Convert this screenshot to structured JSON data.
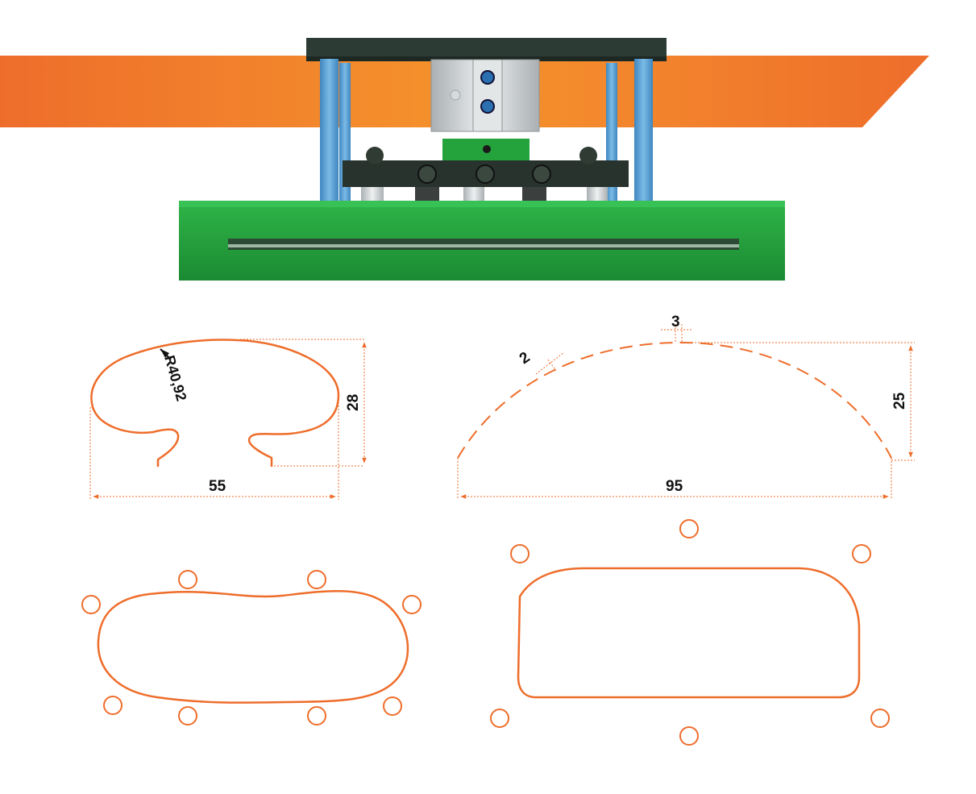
{
  "colors": {
    "accent_orange": "#ee6d2b",
    "banner_light": "#f5932c",
    "machine_green": "#24a23c",
    "machine_green_dark": "#1b7f2e",
    "column_blue": "#4f9bd3",
    "plate_dark": "#2c3b33",
    "steel_gray": "#cfd3d4",
    "ink": "#111111"
  },
  "icons": {
    "machine": "press-die-machine-icon"
  },
  "profile_left": {
    "radius_label": "R40,92",
    "height_label": "28",
    "width_label": "55"
  },
  "profile_right": {
    "gap_label": "3",
    "thickness_label": "2",
    "height_label": "25",
    "width_label": "95"
  }
}
